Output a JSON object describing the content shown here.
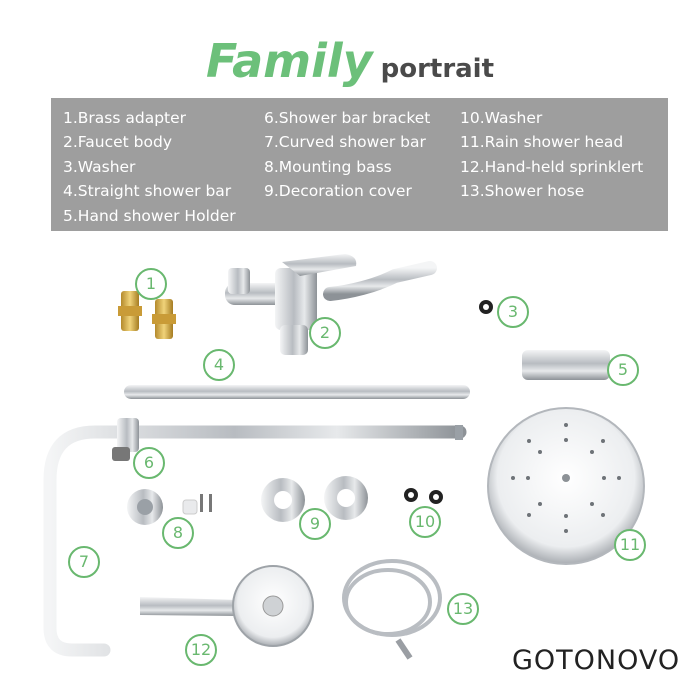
{
  "title": {
    "main": "Family",
    "sub": "portrait"
  },
  "legend": {
    "col1": [
      "1.Brass adapter",
      "2.Faucet body",
      "3.Washer",
      "4.Straight shower bar",
      "5.Hand shower Holder"
    ],
    "col2": [
      "6.Shower bar bracket",
      "7.Curved shower bar",
      "8.Mounting bass",
      "9.Decoration cover"
    ],
    "col3": [
      "10.Washer",
      "11.Rain shower head",
      "12.Hand-held sprinklert",
      "13.Shower hose"
    ]
  },
  "callouts": [
    "1",
    "2",
    "3",
    "4",
    "5",
    "6",
    "7",
    "8",
    "9",
    "10",
    "11",
    "12",
    "13"
  ],
  "brand": {
    "name": "GOTONOVO"
  },
  "colors": {
    "title_green": "#6cc07a",
    "legend_bg": "#9e9e9e",
    "callout_green": "#69b86f",
    "chrome": "#c9ccd0"
  }
}
